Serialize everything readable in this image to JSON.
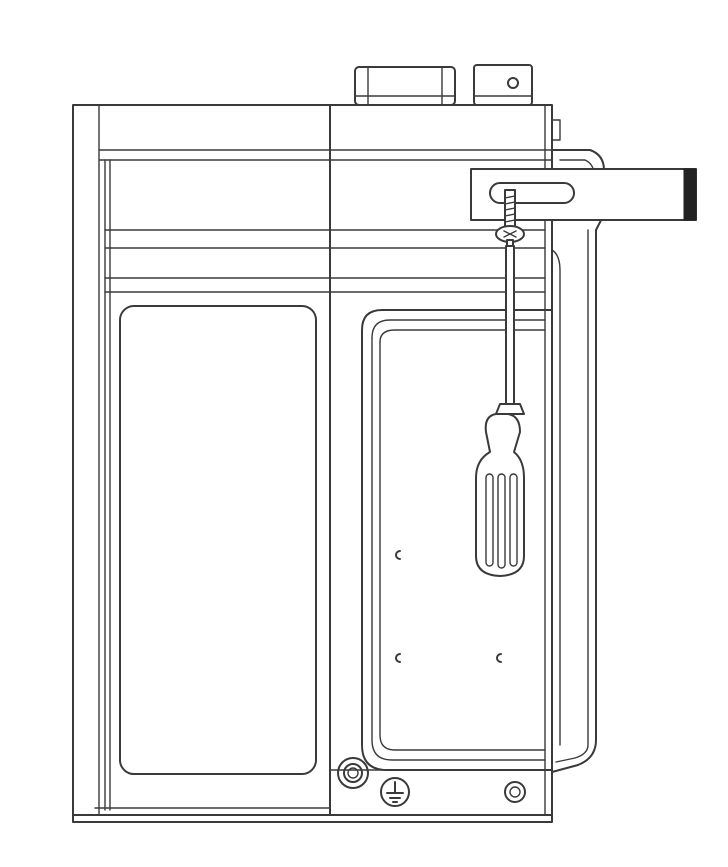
{
  "figure": {
    "subject": "device-side-view-with-bracket-and-screwdriver",
    "icons": [
      "device-housing",
      "mounting-bracket",
      "bracket-screw",
      "screwdriver",
      "ground-symbol-icon",
      "cable-gland"
    ]
  },
  "colors": {
    "line": "#3a3a3a",
    "background": "#ffffff",
    "bracket_end": "#222222"
  }
}
